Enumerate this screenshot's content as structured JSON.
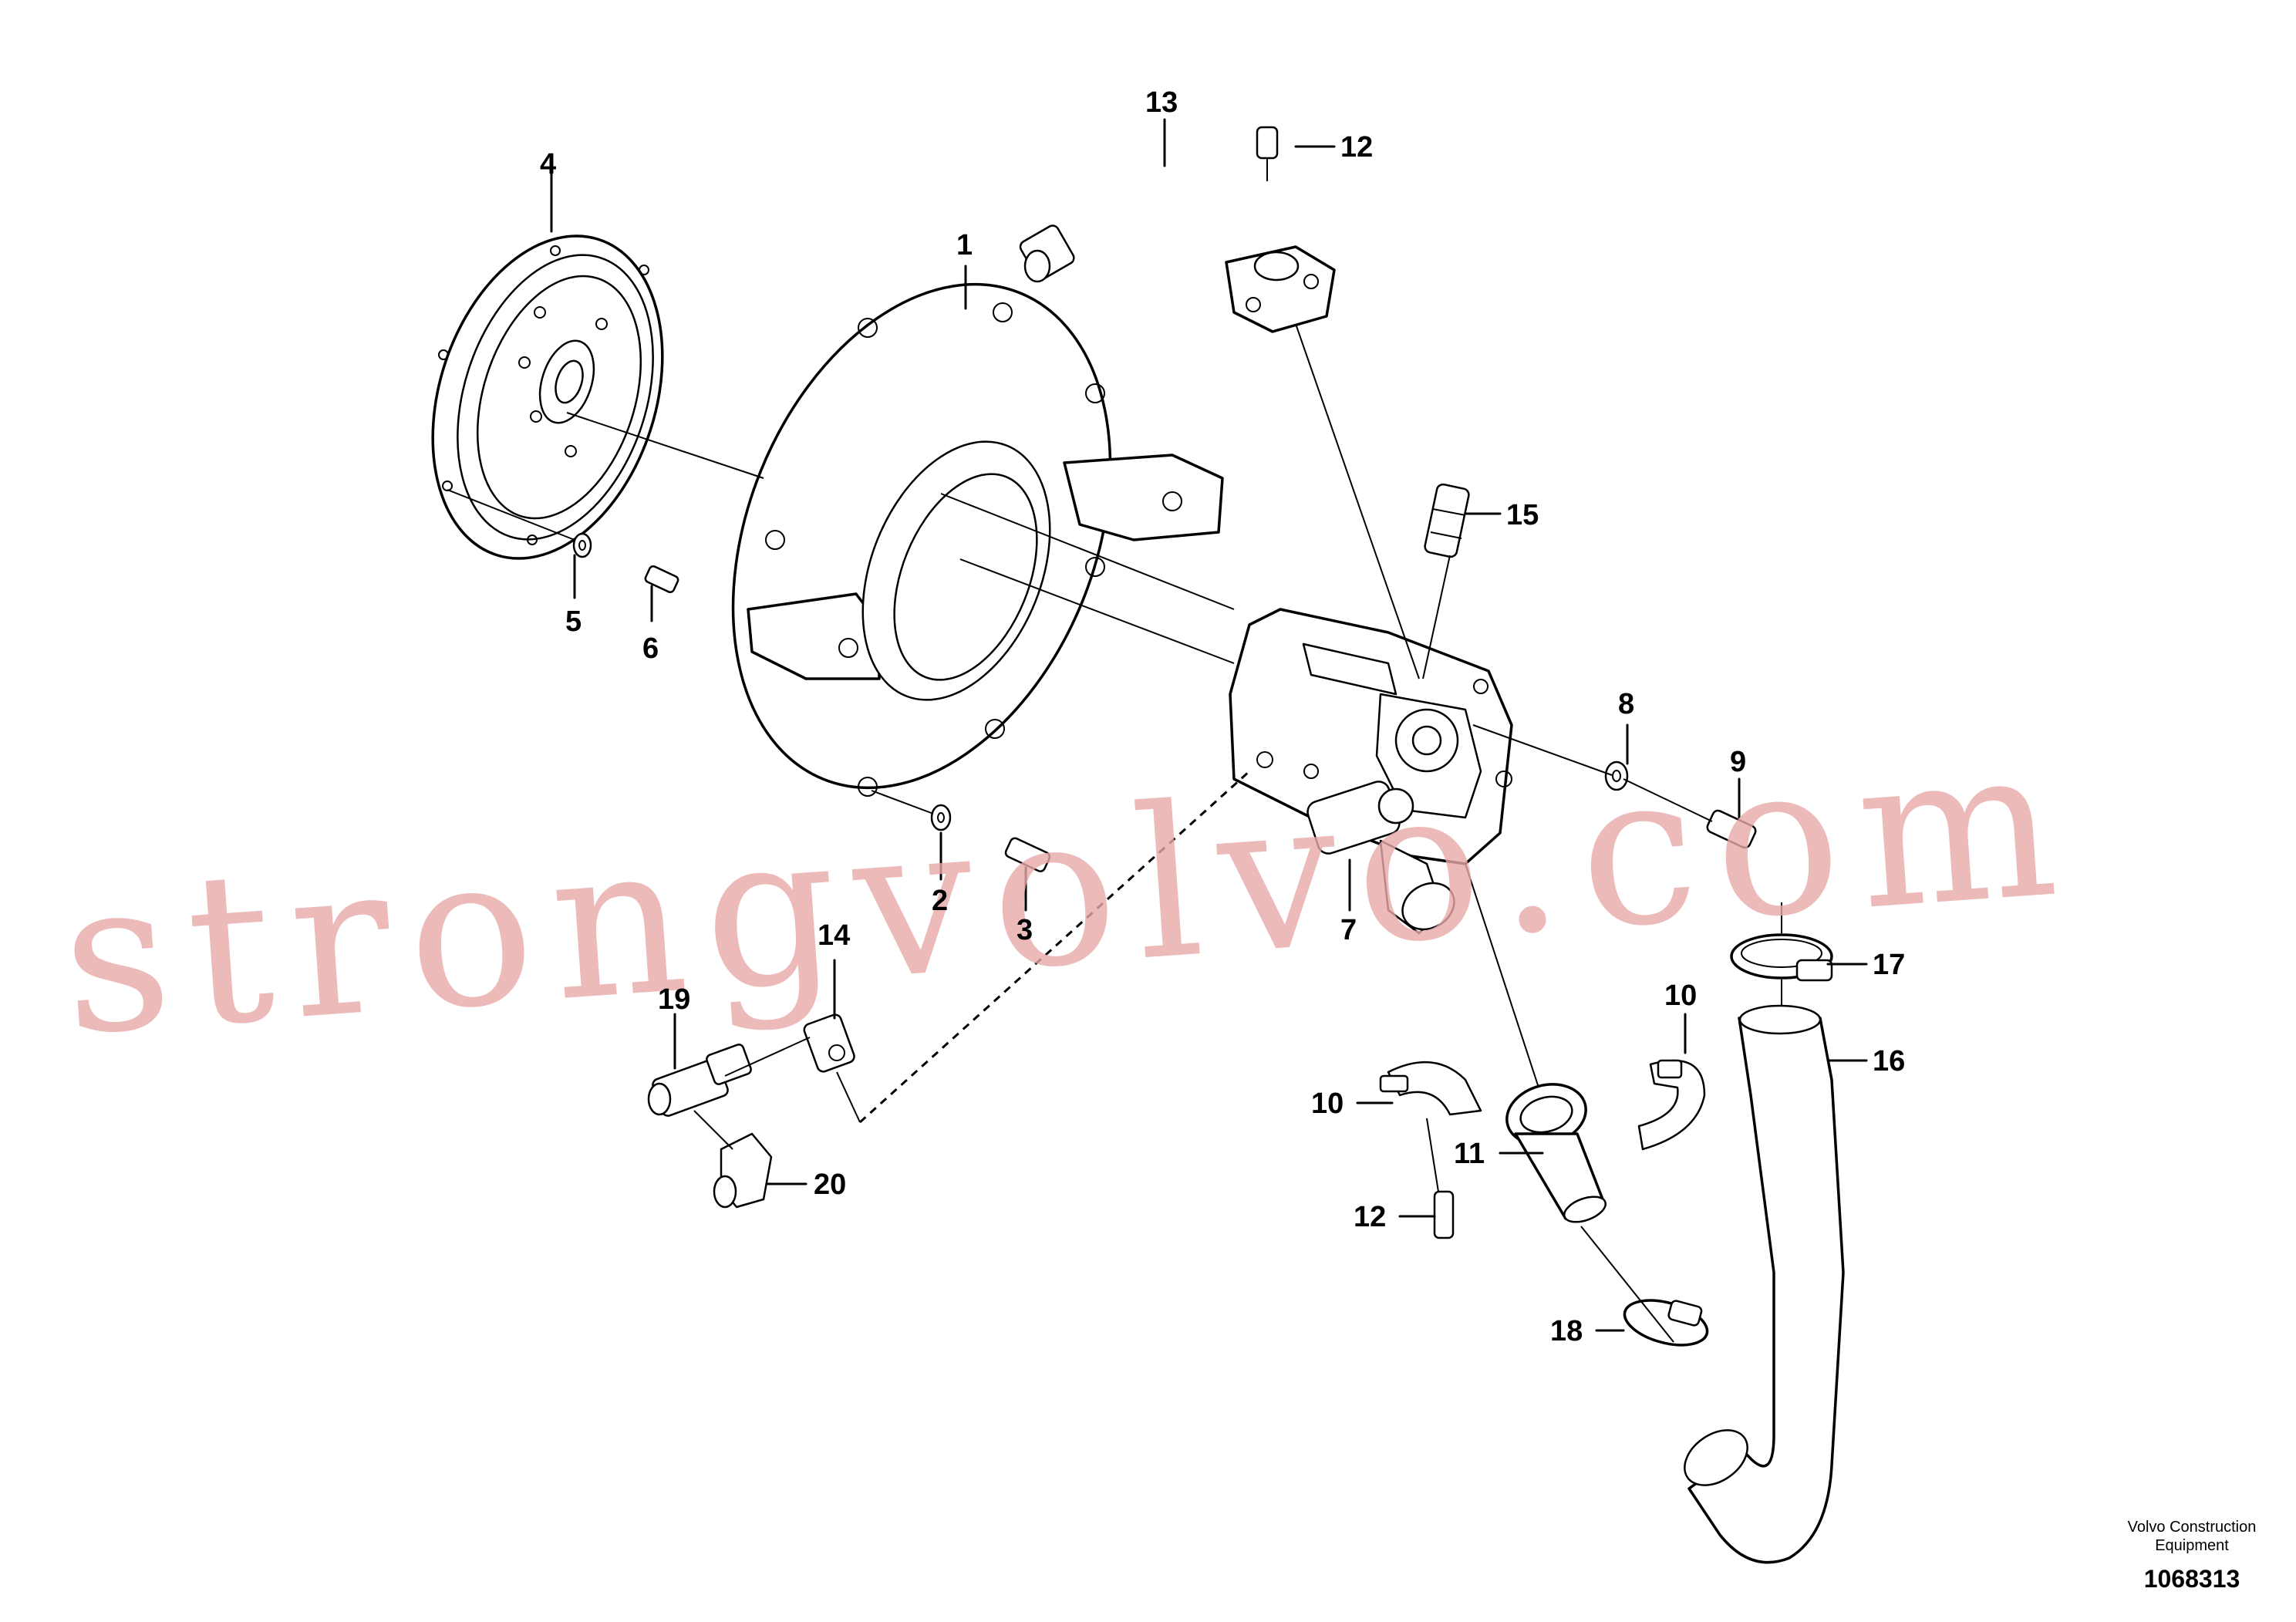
{
  "watermark": "strongvolvo.com",
  "footer": {
    "brand_line1": "Volvo Construction",
    "brand_line2": "Equipment",
    "drawing_number": "1068313"
  },
  "callouts": {
    "c1": "1",
    "c2": "2",
    "c3": "3",
    "c4": "4",
    "c5": "5",
    "c6": "6",
    "c7": "7",
    "c8": "8",
    "c9": "9",
    "c10a": "10",
    "c10b": "10",
    "c11": "11",
    "c12a": "12",
    "c12b": "12",
    "c13": "13",
    "c14": "14",
    "c15": "15",
    "c16": "16",
    "c17": "17",
    "c18": "18",
    "c19": "19",
    "c20": "20"
  },
  "colors": {
    "line": "#000000",
    "watermark": "#e9a9a9",
    "background": "#ffffff"
  }
}
